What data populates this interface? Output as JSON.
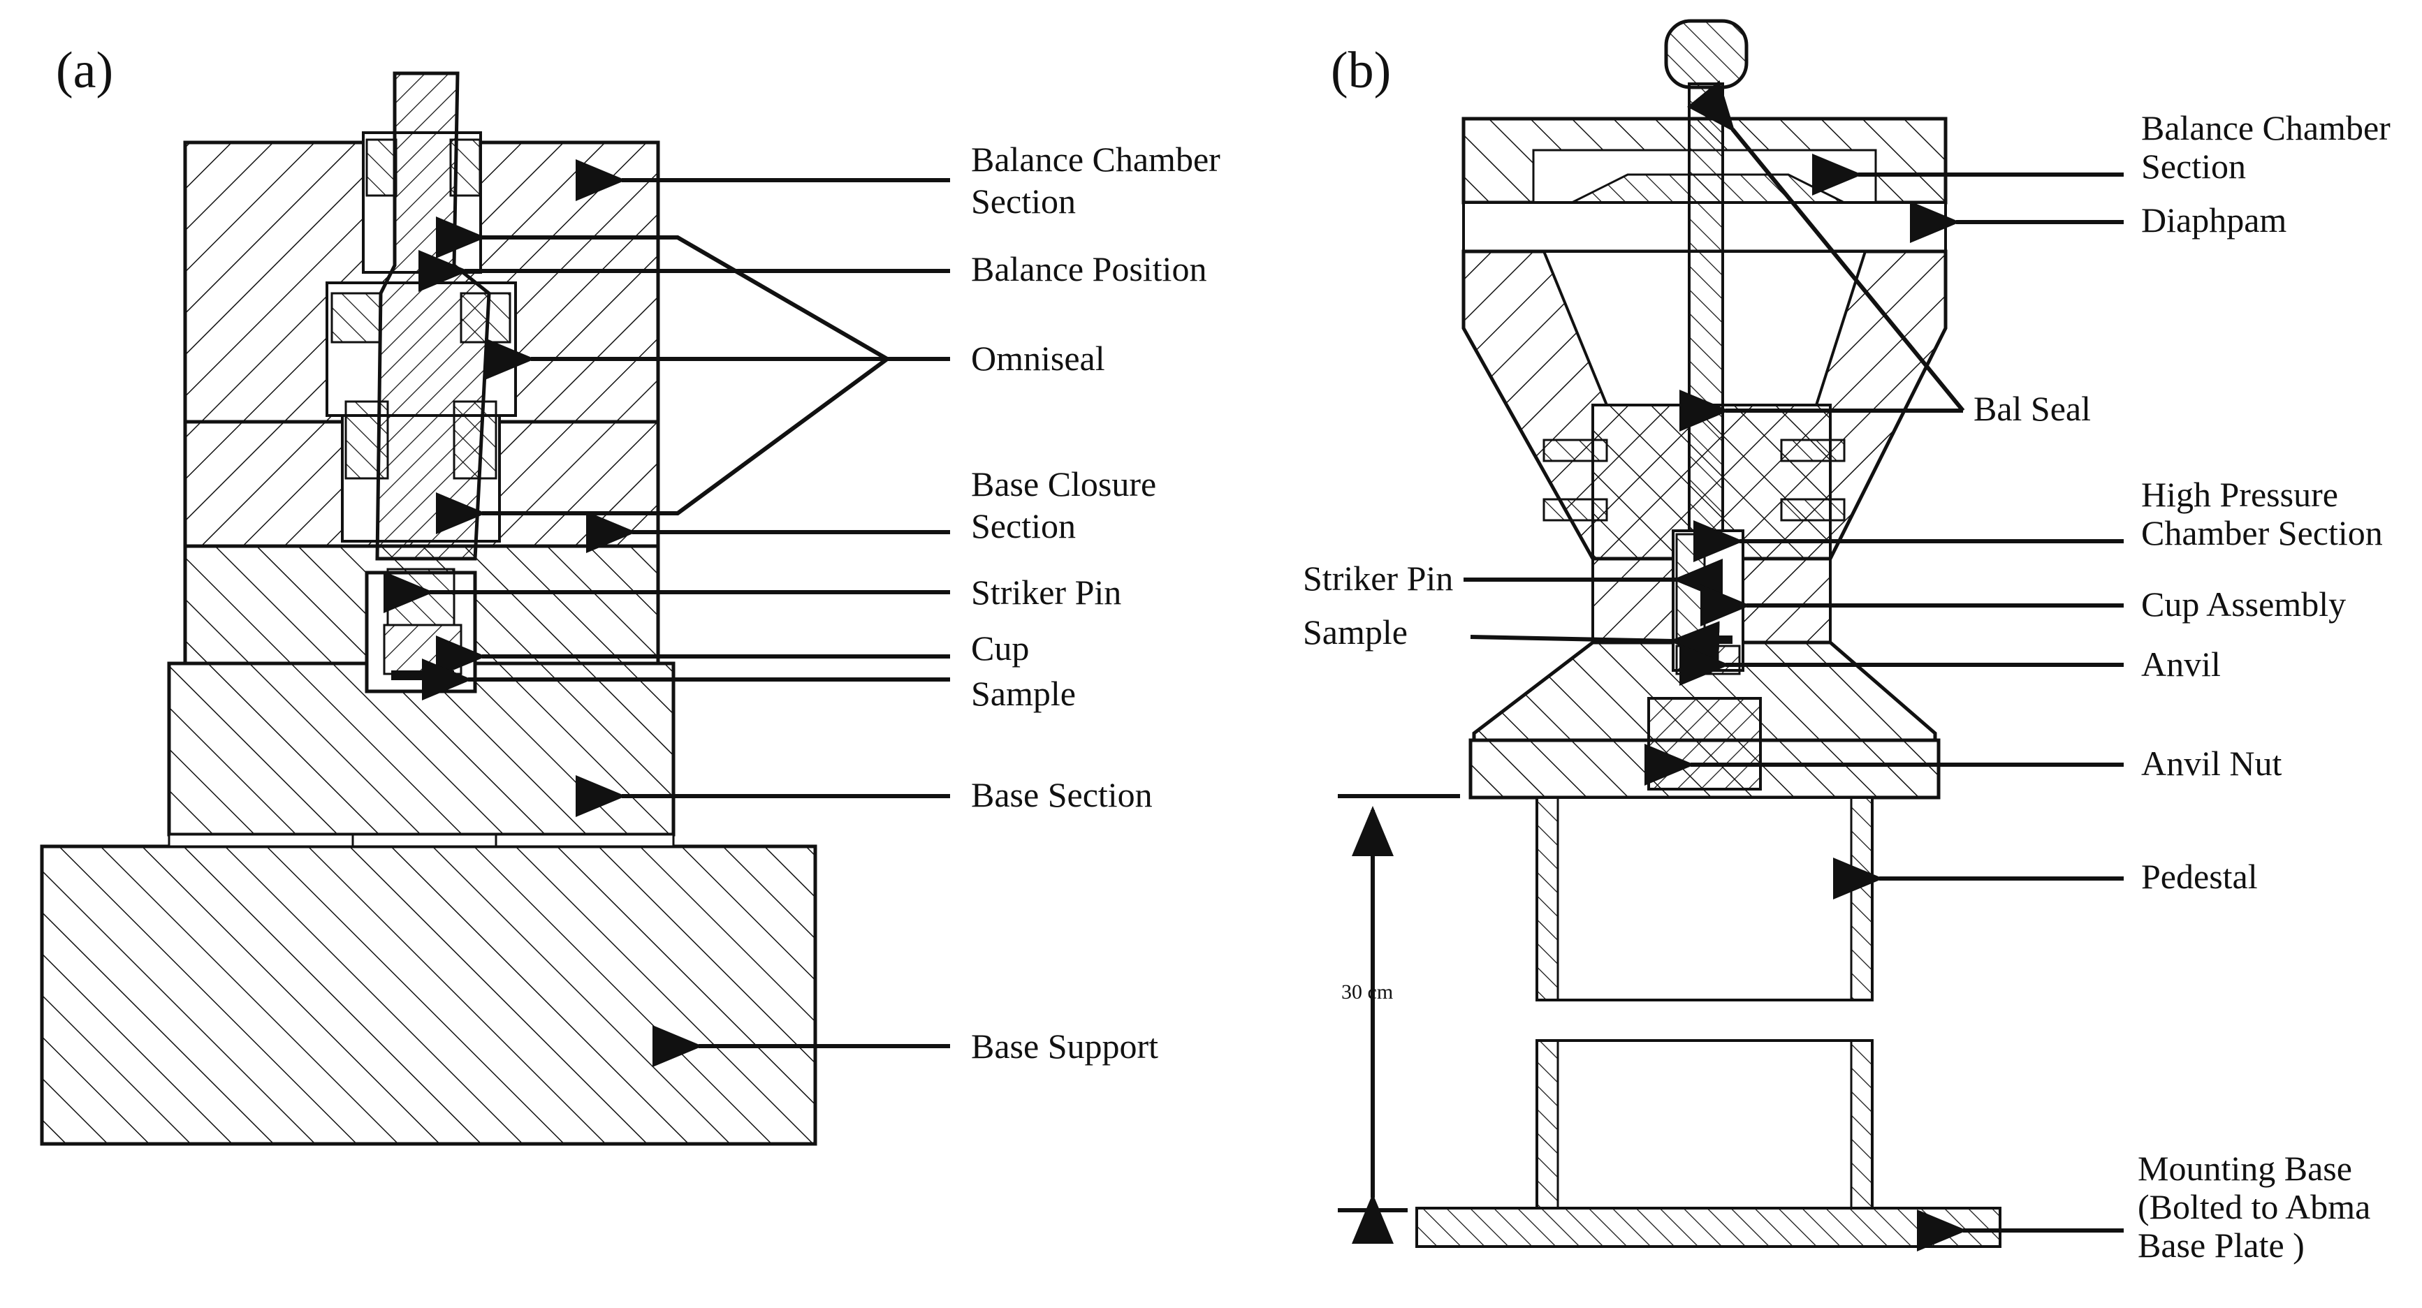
{
  "panels": {
    "a": {
      "tag": "(a)",
      "labels": {
        "balance_chamber": [
          "Balance Chamber",
          "Section"
        ],
        "balance_position": "Balance Position",
        "omniseal": "Omniseal",
        "base_closure": [
          "Base Closure",
          "Section"
        ],
        "striker_pin": "Striker Pin",
        "cup": "Cup",
        "sample": "Sample",
        "base_section": "Base Section",
        "base_support": "Base Support"
      }
    },
    "b": {
      "tag": "(b)",
      "labels": {
        "balance_chamber": [
          "Balance Chamber",
          "Section"
        ],
        "diaphragm": "Diaphpam",
        "bal_seal": "Bal Seal",
        "high_pressure": [
          "High Pressure",
          "Chamber Section"
        ],
        "striker_pin": "Striker Pin",
        "cup_assembly": "Cup Assembly",
        "sample": "Sample",
        "anvil": "Anvil",
        "anvil_nut": "Anvil  Nut",
        "pedestal": "Pedestal",
        "dimension": "30 cm",
        "mounting_base": [
          "Mounting Base",
          "(Bolted to Abma",
          "Base Plate )"
        ]
      }
    }
  },
  "colors": {
    "ink": "#111111",
    "background": "#ffffff"
  }
}
